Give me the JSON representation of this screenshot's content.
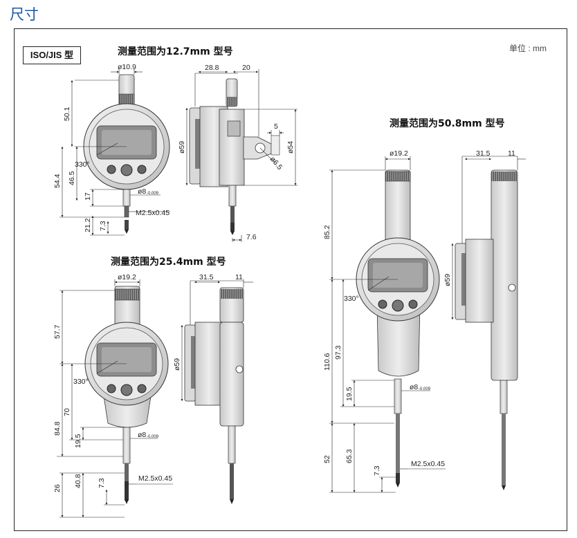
{
  "page": {
    "title": "尺寸"
  },
  "standard_badge": "ISO/JIS 型",
  "unit_note": "单位 : mm",
  "models": [
    {
      "heading": "测量范围为12.7mm 型号",
      "dims": {
        "crown_dia": "ø10.9",
        "w_back": "28.8",
        "w_lug": "20",
        "h_top": "50.1",
        "h_total": "54.4",
        "h_lower": "46.5",
        "h_stem": "17",
        "h_tip": "21.2",
        "h_contact": "7.3",
        "stem_dia": "ø8",
        "stem_tol": "-0.009",
        "contact_thread": "M2.5x0.45",
        "rotation": "330°",
        "dial_dia": "ø59",
        "lug_dia": "ø54",
        "lug_w": "5",
        "hole_dia": "ø6.5",
        "tip_offset": "7.6"
      }
    },
    {
      "heading": "测量范围为25.4mm 型号",
      "dims": {
        "crown_dia": "ø19.2",
        "w_back": "31.5",
        "w_cap": "11",
        "h_top": "57.7",
        "rotation": "330°",
        "dial_dia": "ø59",
        "h_total": "84.8",
        "h_lower": "70",
        "h_stem": "19.5",
        "stem_dia": "ø8",
        "stem_tol": "-0.009",
        "h_tip": "40.8",
        "h_low": "26",
        "h_contact": "7.3",
        "contact_thread": "M2.5x0.45"
      }
    },
    {
      "heading": "测量范围为50.8mm 型号",
      "dims": {
        "crown_dia": "ø19.2",
        "w_back": "31.5",
        "w_cap": "11",
        "h_top": "85.2",
        "rotation": "330°",
        "dial_dia": "ø59",
        "h_total": "110.6",
        "h_lower": "97.3",
        "h_stem": "19.5",
        "stem_dia": "ø8",
        "stem_tol": "-0.009",
        "h_low": "52",
        "h_tip": "65.3",
        "h_contact": "7.3",
        "contact_thread": "M2.5x0.45"
      }
    }
  ]
}
